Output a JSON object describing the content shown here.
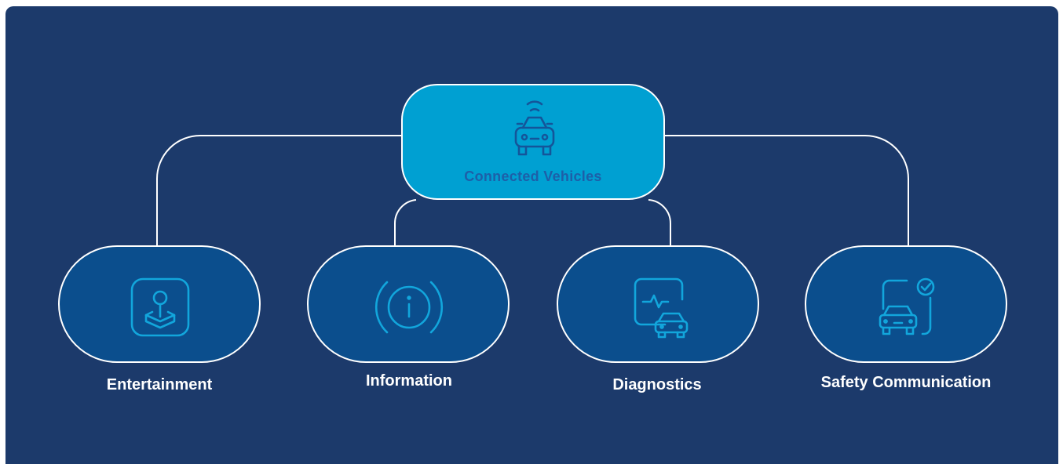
{
  "colors": {
    "background": "#1c3a6b",
    "root_fill": "#00a0d2",
    "root_text": "#1d5fa8",
    "root_icon": "#14559a",
    "child_fill": "#0b4e8d",
    "child_icon": "#12a6dc",
    "line": "#ffffff",
    "label": "#ffffff"
  },
  "root": {
    "label": "Connected Vehicles",
    "icon": "connected-car-icon"
  },
  "children": [
    {
      "label": "Entertainment",
      "icon": "joystick-icon"
    },
    {
      "label": "Information",
      "icon": "info-circle-icon"
    },
    {
      "label": "Diagnostics",
      "icon": "car-diagnostics-icon"
    },
    {
      "label": "Safety Communication",
      "icon": "car-safety-check-icon"
    }
  ]
}
